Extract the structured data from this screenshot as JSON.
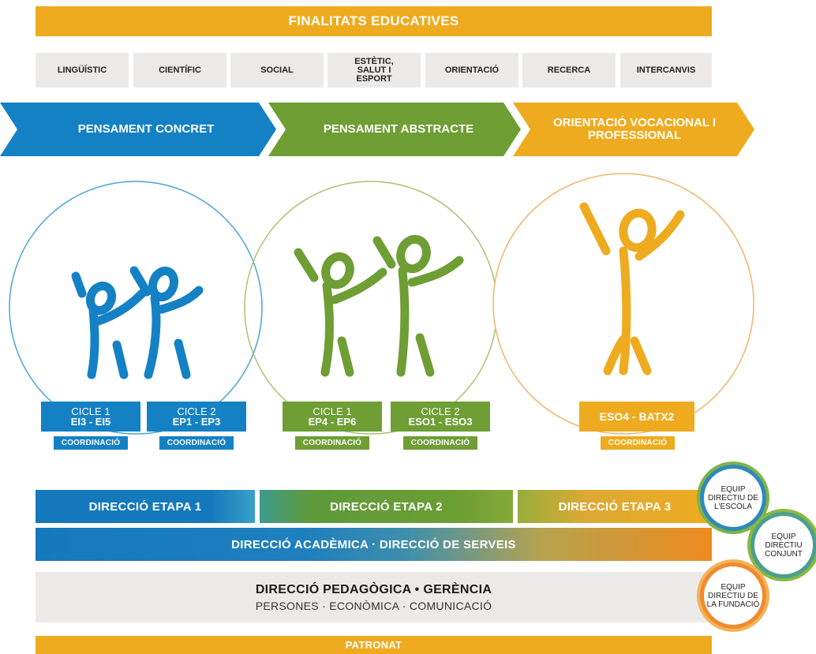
{
  "header": {
    "title": "FINALITATS EDUCATIVES"
  },
  "finalitats": [
    "LINGÜÍSTIC",
    "CIENTÍFIC",
    "SOCIAL",
    "ESTÈTIC, SALUT I ESPORT",
    "ORIENTACIÓ",
    "RECERCA",
    "INTERCANVIS"
  ],
  "stages": [
    {
      "label": "PENSAMENT CONCRET",
      "color": "#1481c4"
    },
    {
      "label": "PENSAMENT ABSTRACTE",
      "color": "#6e9e34"
    },
    {
      "label": "ORIENTACIÓ VOCACIONAL I PROFESSIONAL",
      "color": "#eeab1f"
    }
  ],
  "cycles": [
    {
      "name": "CICLE 1",
      "range": "EI3 - EI5",
      "coord": "COORDINACIÓ"
    },
    {
      "name": "CICLE 2",
      "range": "EP1 - EP3",
      "coord": "COORDINACIÓ"
    },
    {
      "name": "CICLE 1",
      "range": "EP4 - EP6",
      "coord": "COORDINACIÓ"
    },
    {
      "name": "CICLE 2",
      "range": "ESO1 - ESO3",
      "coord": "COORDINACIÓ"
    },
    {
      "name": "",
      "range": "ESO4 - BATX2",
      "coord": "COORDINACIÓ"
    }
  ],
  "direccio": {
    "etapa1": "DIRECCIÓ ETAPA 1",
    "etapa2": "DIRECCIÓ ETAPA 2",
    "etapa3": "DIRECCIÓ ETAPA 3",
    "academica": "DIRECCIÓ ACADÈMICA · DIRECCIÓ DE SERVEIS",
    "pedagogica": "DIRECCIÓ PEDAGÒGICA • GERÈNCIA",
    "pedagogica_sub": "PERSONES · ECONÒMICA · COMUNICACIÓ",
    "patronat": "PATRONAT"
  },
  "teams": [
    "EQUIP DIRECTIU DE L'ESCOLA",
    "EQUIP DIRECTIU CONJUNT",
    "EQUIP DIRECTIU DE LA FUNDACIÓ"
  ]
}
